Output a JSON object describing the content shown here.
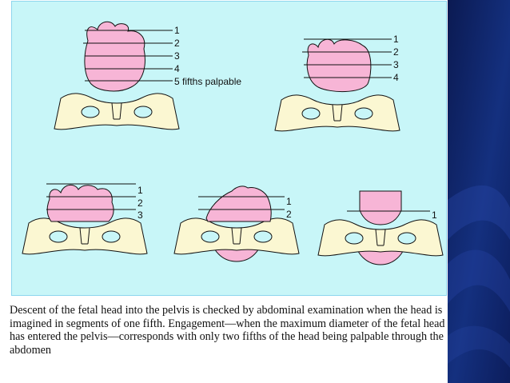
{
  "colors": {
    "panel_bg": "#c8f6f8",
    "panel_border": "#8ed6ee",
    "sidebar_dark": "#0b1a52",
    "sidebar_light": "#1f3f9e",
    "head_fill": "#f7b5d6",
    "pelvis_fill": "#fbf7d2",
    "line": "#111111"
  },
  "figure": {
    "panels": [
      {
        "id": "five-fifths",
        "labels": [
          "1",
          "2",
          "3",
          "4",
          "5 fifths palpable"
        ]
      },
      {
        "id": "four-fifths",
        "labels": [
          "1",
          "2",
          "3",
          "4"
        ]
      },
      {
        "id": "three-fifths",
        "labels": [
          "1",
          "2",
          "3"
        ]
      },
      {
        "id": "two-fifths",
        "labels": [
          "1",
          "2"
        ]
      },
      {
        "id": "one-fifth",
        "labels": [
          "1"
        ]
      }
    ]
  },
  "caption": {
    "text": "Descent of the fetal head into the pelvis is checked by abdominal examination when the head is imagined in segments of one fifth. Engagement—when the maximum diameter of the fetal head has entered the pelvis—corresponds with only two fifths of the head being palpable through the abdomen"
  }
}
